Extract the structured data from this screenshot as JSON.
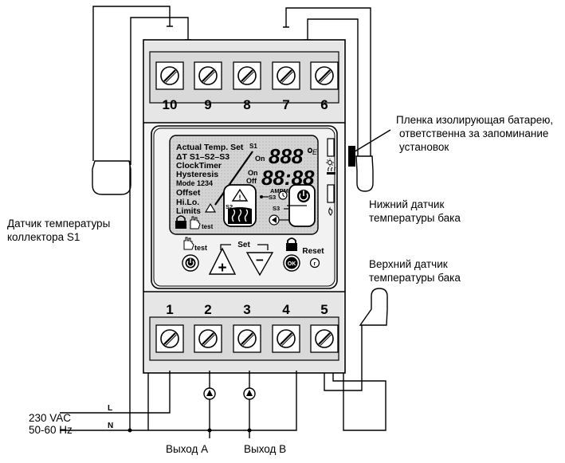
{
  "terminals_top": [
    "10",
    "9",
    "8",
    "7",
    "6"
  ],
  "terminals_bottom": [
    "1",
    "2",
    "3",
    "4",
    "5"
  ],
  "lcd": {
    "actual_temp_set": "Actual Temp. Set",
    "s1_mark": "S1",
    "delta_t": "ΔT S1–S2–S3",
    "clock_timer": "ClockTimer",
    "hysteresis": "Hysteresis",
    "mode": "Mode 1234",
    "offset": "Offset",
    "hi_lo": "Hi.Lo.",
    "limits": "Limits",
    "test": "test",
    "on_upper": "On",
    "on_lower": "On",
    "off_lower": "Off",
    "temp_digits": "888",
    "degree": "°",
    "unit": "E",
    "time_digits": "88:88",
    "ampm": "AMPM",
    "s2": "S2",
    "s3_upper": "S3",
    "s3_lower": "S3"
  },
  "buttons": {
    "test_label": "test",
    "set_label": "Set",
    "reset_label": "Reset",
    "ok_label": "OK",
    "plus_label": "+",
    "minus_label": "−",
    "reset_symbol": "r"
  },
  "wiring": {
    "line_l": "L",
    "line_n": "N"
  },
  "callouts": {
    "collector_sensor": [
      "Датчик температуры",
      "коллектора S1"
    ],
    "lower_sensor": [
      "Нижний датчик",
      "температуры бака"
    ],
    "upper_sensor": [
      "Верхний датчик",
      "температуры бака"
    ],
    "battery_film": [
      "Пленка изолирующая батарею,",
      "ответственна за запоминание",
      "установок"
    ],
    "supply": [
      "230 VAC",
      "50-60 Hz"
    ],
    "output_a": "Выход А",
    "output_b": "Выход В"
  }
}
